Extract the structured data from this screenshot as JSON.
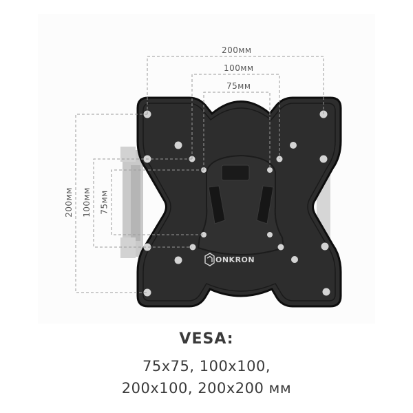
{
  "product": {
    "brand": "ONKRON",
    "brand_icon": "onkron-logo-icon",
    "colors": {
      "plate": "#2b2b2b",
      "plate_edge": "#111111",
      "hole": "#cfcfcf",
      "dimension_line": "#9a9a9a",
      "text": "#3a3a3a",
      "arm": "#c8c8c8"
    }
  },
  "dimensions": {
    "horizontal": [
      {
        "label": "200мм"
      },
      {
        "label": "100мм"
      },
      {
        "label": "75мм"
      }
    ],
    "vertical": [
      {
        "label": "200мм"
      },
      {
        "label": "100мм"
      },
      {
        "label": "75мм"
      }
    ]
  },
  "caption": {
    "title": "VESA:",
    "line1": "75x75, 100x100,",
    "line2": "200x100, 200x200 мм"
  }
}
